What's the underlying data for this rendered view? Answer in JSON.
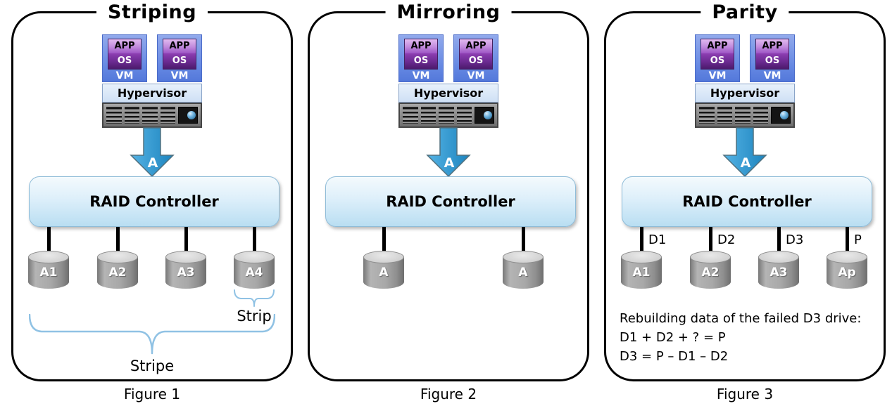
{
  "colors": {
    "arrow_blue": "#2f94d2",
    "raid_box_blue": "#bfe1f3",
    "brace_blue": "#90c2e4",
    "vm_box_blue": "#6487e2",
    "app_purple": "#c089dc",
    "os_purple": "#6a2a90",
    "hypervisor_blue": "#d9e7f8",
    "disk_gray": "#a2a2a2"
  },
  "panels": [
    {
      "title": "Striping",
      "caption": "Figure 1",
      "stack": {
        "app": "APP",
        "os": "OS",
        "vm": "VM",
        "hypervisor": "Hypervisor"
      },
      "arrow_label": "A",
      "controller_label": "RAID Controller",
      "disks": [
        {
          "label": "A1"
        },
        {
          "label": "A2"
        },
        {
          "label": "A3"
        },
        {
          "label": "A4"
        }
      ],
      "strip_label": "Strip",
      "stripe_label": "Stripe"
    },
    {
      "title": "Mirroring",
      "caption": "Figure 2",
      "stack": {
        "app": "APP",
        "os": "OS",
        "vm": "VM",
        "hypervisor": "Hypervisor"
      },
      "arrow_label": "A",
      "controller_label": "RAID Controller",
      "disks": [
        {
          "label": "A"
        },
        {
          "label": "A"
        }
      ]
    },
    {
      "title": "Parity",
      "caption": "Figure 3",
      "stack": {
        "app": "APP",
        "os": "OS",
        "vm": "VM",
        "hypervisor": "Hypervisor"
      },
      "arrow_label": "A",
      "controller_label": "RAID Controller",
      "disks": [
        {
          "label": "A1",
          "port": "D1"
        },
        {
          "label": "A2",
          "port": "D2"
        },
        {
          "label": "A3",
          "port": "D3"
        },
        {
          "label": "Ap",
          "port": "P"
        }
      ],
      "note_lines": [
        "Rebuilding data of the failed D3 drive:",
        "D1 + D2 + ? = P",
        "D3 = P – D1 – D2"
      ]
    }
  ]
}
